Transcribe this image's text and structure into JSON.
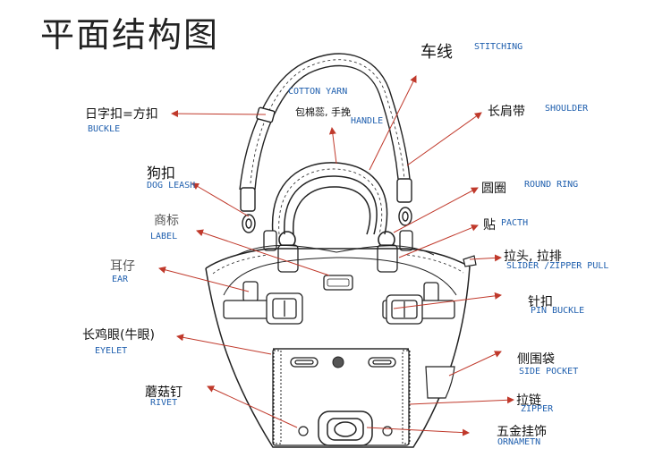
{
  "title": "平面结构图",
  "labels": {
    "stitching": {
      "cn": "车线",
      "en": "STITCHING"
    },
    "cotton_yarn": {
      "en": "COTTON YARN"
    },
    "handle": {
      "cn": "包棉蕊, 手挽",
      "en": "HANDLE"
    },
    "shoulder": {
      "cn": "长肩带",
      "en": "SHOULDER"
    },
    "buckle": {
      "cn": "日字扣=方扣",
      "en": "BUCKLE"
    },
    "dog_leash": {
      "cn": "狗扣",
      "en": "DOG LEASH"
    },
    "round_ring": {
      "cn": "圆圈",
      "en": "ROUND RING"
    },
    "label": {
      "cn": "商标",
      "en": "LABEL"
    },
    "patch": {
      "cn": "贴",
      "en": "PACTH"
    },
    "zipper_pull": {
      "cn": "拉头, 拉排",
      "en": "SLIDER /ZIPPER PULL"
    },
    "ear": {
      "cn": "耳仔",
      "en": "EAR"
    },
    "pin_buckle": {
      "cn": "针扣",
      "en": "PIN BUCKLE"
    },
    "eyelet": {
      "cn": "长鸡眼(牛眼)",
      "en": "EYELET"
    },
    "side_pocket": {
      "cn": "侧围袋",
      "en": "SIDE POCKET"
    },
    "rivet": {
      "cn": "蘑菇钉",
      "en": "RIVET"
    },
    "zipper": {
      "cn": "拉链",
      "en": "ZIPPER"
    },
    "ornament": {
      "cn": "五金挂饰",
      "en": "ORNAMETN"
    }
  },
  "colors": {
    "arrow": "#c0392b",
    "line": "#222222",
    "english": "#1f5fae"
  }
}
